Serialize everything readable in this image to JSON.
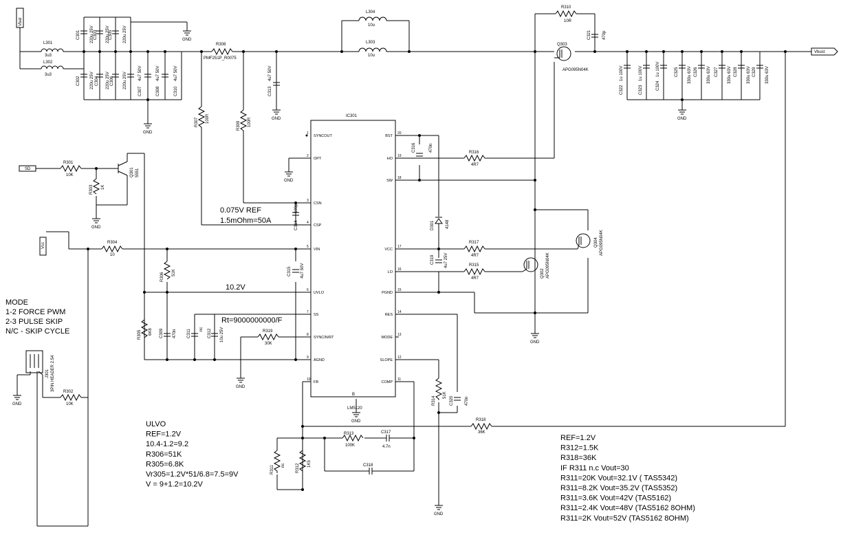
{
  "ports": {
    "vbat": "Vbat",
    "sd": "SD",
    "vcc": "Vcc",
    "vbust": "Vbust"
  },
  "ic": {
    "ref": "IC301",
    "part": "LM5120",
    "pins_left": [
      "SYNCOUT",
      "OPT",
      "CSN",
      "CSP",
      "VIN",
      "UVLO",
      "SS",
      "SYNCIN/RT",
      "AGND",
      "FB"
    ],
    "pins_right": [
      "BST",
      "HO",
      "SW",
      "VCC",
      "LO",
      "PGND",
      "RES",
      "MODE",
      "SLOPE",
      "COMP"
    ],
    "nums_left": [
      "1",
      "2",
      "3",
      "4",
      "5",
      "6",
      "7",
      "8",
      "9",
      "10"
    ],
    "nums_right": [
      "20",
      "19",
      "18",
      "17",
      "16",
      "15",
      "14",
      "13",
      "12",
      "11"
    ]
  },
  "components": {
    "L301": {
      "ref": "L301",
      "value": "3u3"
    },
    "L302": {
      "ref": "L302",
      "value": "3u3"
    },
    "L303": {
      "ref": "L303",
      "value": "10u"
    },
    "L304": {
      "ref": "L304",
      "value": "10u"
    },
    "C301": {
      "ref": "C301",
      "value": "220u 25V"
    },
    "C302": {
      "ref": "C302",
      "value": "220u 25V"
    },
    "C303": {
      "ref": "C303",
      "value": "220u 25V"
    },
    "C304": {
      "ref": "C304",
      "value": "220u 25V"
    },
    "C305": {
      "ref": "C305",
      "value": "220u 25V"
    },
    "C306": {
      "ref": "C306",
      "value": "220u 25V"
    },
    "C307": {
      "ref": "C307",
      "value": "4u7 50V"
    },
    "C308": {
      "ref": "C308",
      "value": "4u7 50V"
    },
    "C309": {
      "ref": "C309",
      "value": "470n"
    },
    "C310": {
      "ref": "C310",
      "value": "4u7 50V"
    },
    "C311": {
      "ref": "C311",
      "value": "nc"
    },
    "C312": {
      "ref": "C312",
      "value": "10u 25V"
    },
    "C313": {
      "ref": "C313",
      "value": "4u7 50V"
    },
    "C314": {
      "ref": "C314",
      "value": "100p"
    },
    "C315": {
      "ref": "C315",
      "value": "4u7 50V"
    },
    "C316": {
      "ref": "C316",
      "value": "470n"
    },
    "C317": {
      "ref": "C317",
      "value": "4.7n"
    },
    "C318": {
      "ref": "C318",
      "value": ""
    },
    "C319": {
      "ref": "C319",
      "value": "4u7 25V"
    },
    "C320": {
      "ref": "C320",
      "value": "470n"
    },
    "C321": {
      "ref": "C321",
      "value": "470p"
    },
    "C322": {
      "ref": "C322",
      "value": "1u 100V"
    },
    "C323": {
      "ref": "C323",
      "value": "1u 100V"
    },
    "C324": {
      "ref": "C324",
      "value": "1u 100V"
    },
    "C325": {
      "ref": "C325",
      "value": "330u 63V"
    },
    "C326": {
      "ref": "C326",
      "value": "330u 63V"
    },
    "C327": {
      "ref": "C327",
      "value": "330u 63V"
    },
    "C328": {
      "ref": "C328",
      "value": "330u 63V"
    },
    "C329": {
      "ref": "C329",
      "value": "330u 63V"
    },
    "R301": {
      "ref": "R301",
      "value": "10K"
    },
    "R302": {
      "ref": "R302",
      "value": "10K"
    },
    "R303": {
      "ref": "R303",
      "value": "1K"
    },
    "R304": {
      "ref": "R304",
      "value": "10"
    },
    "R305": {
      "ref": "R305",
      "value": "6K8"
    },
    "R306": {
      "ref": "R306",
      "value": "51K"
    },
    "R307": {
      "ref": "R307",
      "value": "100R"
    },
    "R308": {
      "ref": "R308",
      "value": "PMF251P_R0075"
    },
    "R309": {
      "ref": "R309",
      "value": "100R"
    },
    "R310": {
      "ref": "R310",
      "value": "10R"
    },
    "R311": {
      "ref": "R311",
      "value": "nc"
    },
    "R312": {
      "ref": "R312",
      "value": "1K5"
    },
    "R313": {
      "ref": "R313",
      "value": "100K"
    },
    "R314": {
      "ref": "R314",
      "value": "51K"
    },
    "R315": {
      "ref": "R315",
      "value": "4R7"
    },
    "R316": {
      "ref": "R316",
      "value": "4R7"
    },
    "R317": {
      "ref": "R317",
      "value": "4R7"
    },
    "R318": {
      "ref": "R318",
      "value": "36K"
    },
    "R319": {
      "ref": "R319",
      "value": "30K"
    },
    "D301": {
      "ref": "D301",
      "value": "4148"
    },
    "Q301": {
      "ref": "Q301",
      "value": "5551"
    },
    "Q302": {
      "ref": "Q302",
      "value": "APG095N04K"
    },
    "Q303": {
      "ref": "Q303",
      "value": "APG095N04K"
    },
    "Q304": {
      "ref": "Q304",
      "value": "APG095N04K"
    },
    "J301": {
      "ref": "J301",
      "value": "3PIN HEADER 2.54"
    }
  },
  "net_labels": {
    "gnd": "GND",
    "ref_shunt": "0.075V  REF",
    "current": "1.5mOhm=50A",
    "uvlo_v": "10.2V",
    "rt": "Rt=9000000000/F",
    "b": "B"
  },
  "notes": {
    "mode": [
      "MODE",
      "1-2 FORCE PWM",
      "2-3 PULSE SKIP",
      "N/C - SKIP CYCLE"
    ],
    "uvlo": [
      "ULVO",
      "REF=1.2V",
      "10.4-1.2=9.2",
      "R306=51K",
      "R305=6.8K",
      "Vr305=1.2V*51/6.8=7.5=9V",
      "V  =  9+1.2=10.2V"
    ],
    "vout": [
      "REF=1.2V",
      "R312=1.5K",
      "R318=36K",
      "IF R311 n.c Vout=30",
      "R311=20K Vout=32.1V ( TAS5342)",
      "R311=8.2K Vout=35.2V (TAS5352)",
      "R311=3.6K Vout=42V (TAS5162)",
      "R311=2.4K Vout=48V (TAS5162 8OHM)",
      "R311=2K Vout=52V (TAS5162 8OHM)"
    ]
  }
}
